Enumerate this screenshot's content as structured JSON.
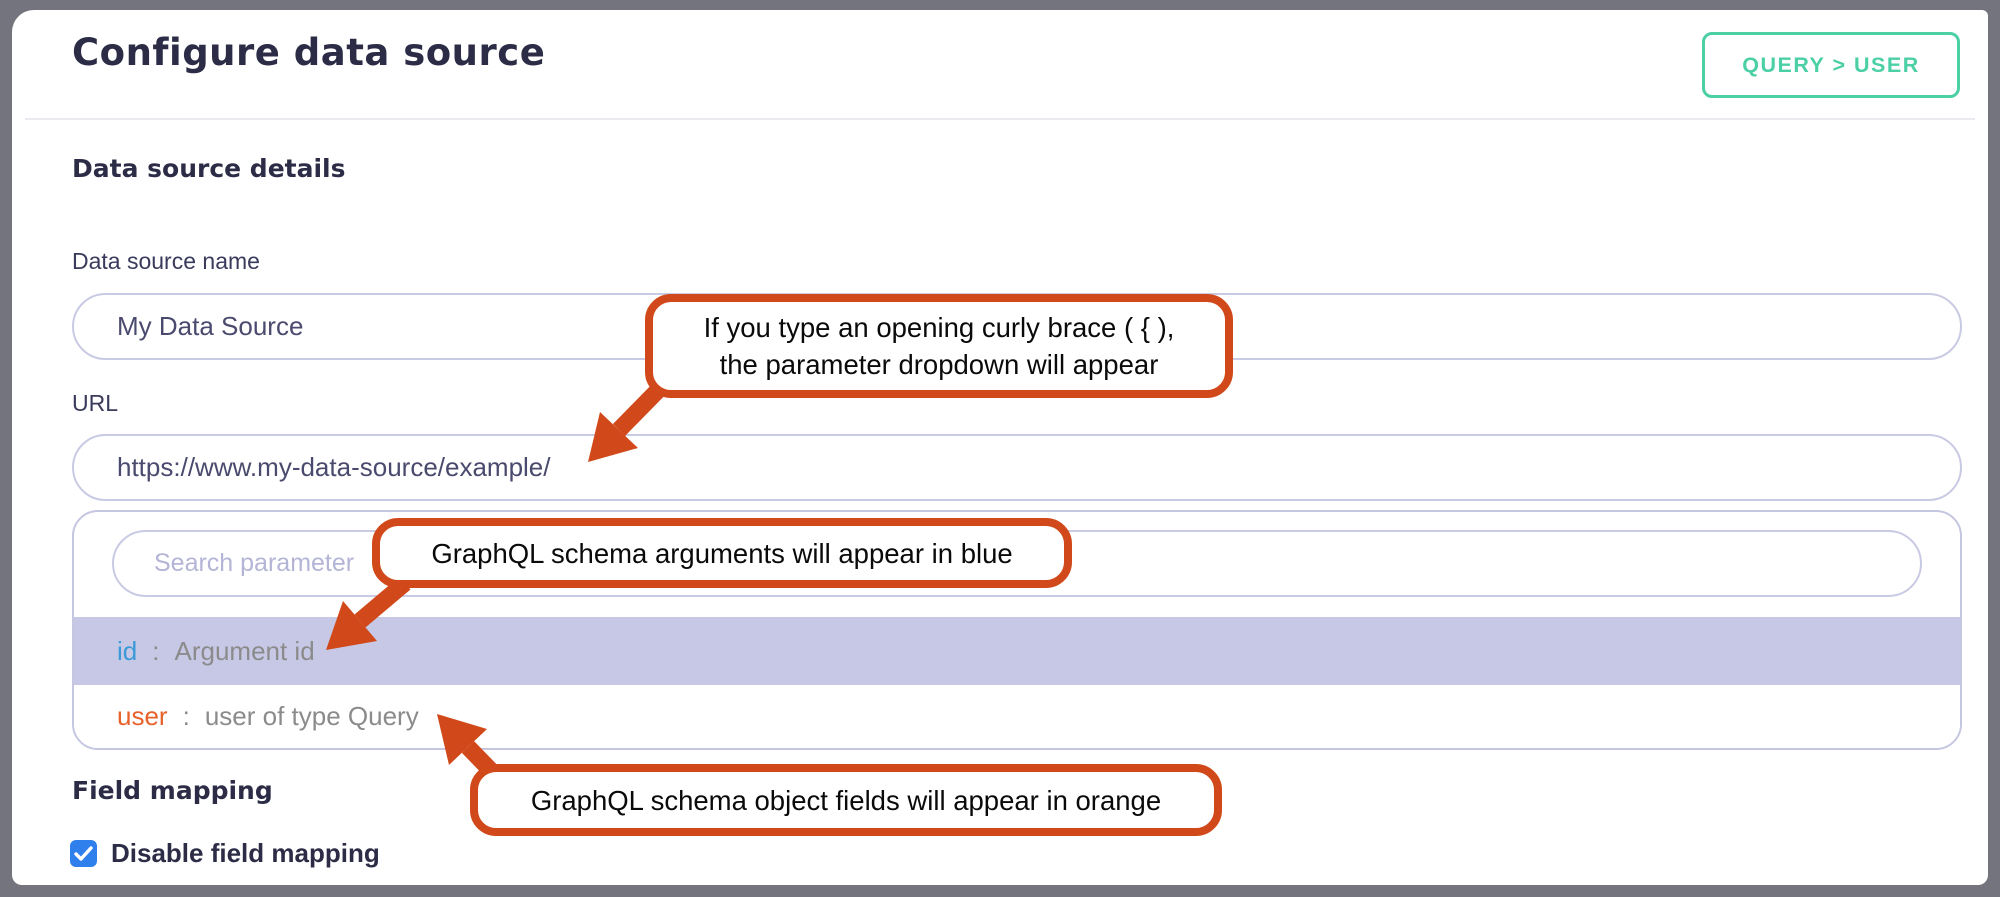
{
  "window": {
    "title": "Configure data source",
    "badge": "QUERY > USER"
  },
  "sections": {
    "details_heading": "Data source details",
    "field_mapping_heading": "Field mapping"
  },
  "fields": {
    "name": {
      "label": "Data source name",
      "value": "My Data Source"
    },
    "url": {
      "label": "URL",
      "value": "https://www.my-data-source/example/"
    }
  },
  "dropdown": {
    "search_placeholder": "Search parameter",
    "items": [
      {
        "name": "id",
        "separator": ":",
        "description": "Argument id",
        "name_color": "#3b99d8",
        "highlighted": true
      },
      {
        "name": "user",
        "separator": ":",
        "description": "user of type Query",
        "name_color": "#e8622c",
        "highlighted": false
      }
    ]
  },
  "field_mapping": {
    "checkbox_label": "Disable field mapping",
    "checked": true
  },
  "annotations": {
    "curly_brace": {
      "line1": "If you type an opening curly brace ( { ),",
      "line2": "the parameter dropdown will appear"
    },
    "arguments_blue": "GraphQL schema arguments will appear in blue",
    "fields_orange": "GraphQL schema object fields will appear in orange"
  },
  "colors": {
    "accent_teal": "#4bcfa5",
    "callout_orange": "#d1491a",
    "argument_blue": "#3b99d8",
    "field_orange": "#e8622c",
    "checkbox_blue": "#2f80ed",
    "highlight_row": "#c7c8e6"
  }
}
